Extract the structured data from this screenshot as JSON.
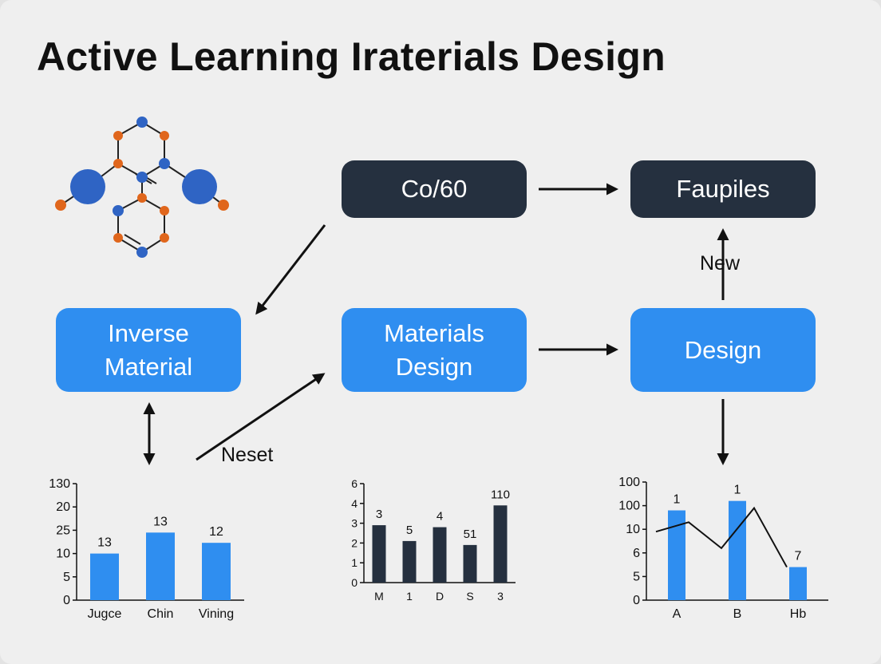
{
  "title": "Active Learning Iraterials Design",
  "nodes": {
    "co60": "Co/60",
    "faupiles": "Faupiles",
    "inverse_line1": "Inverse",
    "inverse_line2": "Material",
    "materials_line1": "Materials",
    "materials_line2": "Design",
    "design": "Design"
  },
  "edge_labels": {
    "new": "New",
    "neset": "Neset"
  },
  "colors": {
    "dark_box": "#25303f",
    "blue_box": "#2f8ef0",
    "bar_blue": "#2f8ef0",
    "bar_dark": "#25303f",
    "atom_blue": "#2f64c4",
    "atom_orange": "#e0661c"
  },
  "chart_data": [
    {
      "type": "bar",
      "categories": [
        "Jugce",
        "Chin",
        "Vining"
      ],
      "values": [
        10,
        14.5,
        12.3
      ],
      "data_labels": [
        "13",
        "13",
        "12"
      ],
      "yticks": [
        "0",
        "5",
        "10",
        "25",
        "20",
        "130"
      ],
      "ylim": [
        0,
        25
      ],
      "color": "#2f8ef0"
    },
    {
      "type": "bar",
      "categories": [
        "M",
        "1",
        "D",
        "S",
        "3"
      ],
      "values": [
        2.9,
        2.1,
        2.8,
        1.9,
        3.9
      ],
      "data_labels": [
        "3",
        "5",
        "4",
        "51",
        "110"
      ],
      "yticks": [
        "0",
        "1",
        "2",
        "3",
        "4",
        "6"
      ],
      "ylim": [
        0,
        5
      ],
      "color": "#25303f"
    },
    {
      "type": "bar",
      "categories": [
        "A",
        "B",
        "Hb"
      ],
      "values": [
        3.8,
        4.2,
        1.4
      ],
      "data_labels": [
        "1",
        "1",
        "7"
      ],
      "yticks": [
        "0",
        "5",
        "6",
        "10",
        "100",
        "100"
      ],
      "ylim": [
        0,
        5
      ],
      "color": "#2f8ef0",
      "line": [
        2.9,
        3.3,
        2.2,
        3.9,
        1.4
      ]
    }
  ]
}
